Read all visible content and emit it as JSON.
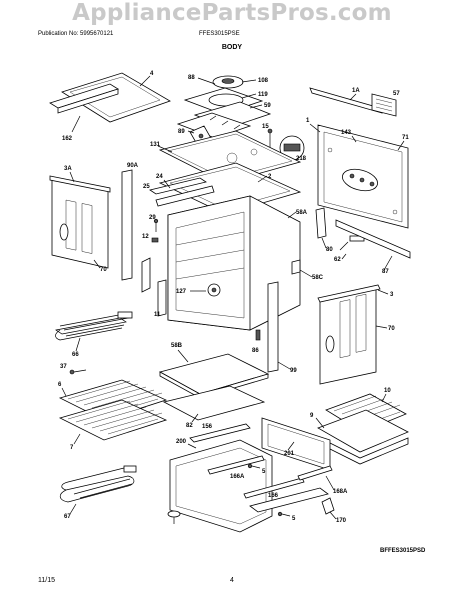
{
  "watermark": "AppliancePartsPros.com",
  "header": {
    "publication": "Publication No: 5995670121",
    "model": "FFES3015PSE"
  },
  "section_title": "BODY",
  "diagram_code": "BFFES3015PSD",
  "footer": {
    "date": "11/15",
    "page": "4"
  },
  "callouts": {
    "c4": "4",
    "c162": "162",
    "c88": "88",
    "c108": "108",
    "c119": "119",
    "c59": "59",
    "c89": "89",
    "c131": "131",
    "c15": "15",
    "c218": "218",
    "c1a": "1A",
    "c57": "57",
    "c143": "143",
    "c71": "71",
    "c1": "1",
    "c3a": "3A",
    "c90a": "90A",
    "c25": "25",
    "c24": "24",
    "c29": "29",
    "c12": "12",
    "c2": "2",
    "c58a": "58A",
    "c80": "80",
    "c62": "62",
    "c87": "87",
    "c70a": "70",
    "c127": "127",
    "c58c": "58C",
    "c3": "3",
    "c11": "11",
    "c70b": "70",
    "c66": "66",
    "c37": "37",
    "c58b": "58B",
    "c86": "86",
    "c99": "99",
    "c6": "6",
    "c82": "82",
    "c10": "10",
    "c9": "9",
    "c7": "7",
    "c156": "156",
    "c200": "200",
    "c201": "201",
    "c166a": "166A",
    "c5a": "5",
    "c166": "166",
    "c168a": "168A",
    "c67": "67",
    "c170": "170",
    "c5b": "5"
  }
}
